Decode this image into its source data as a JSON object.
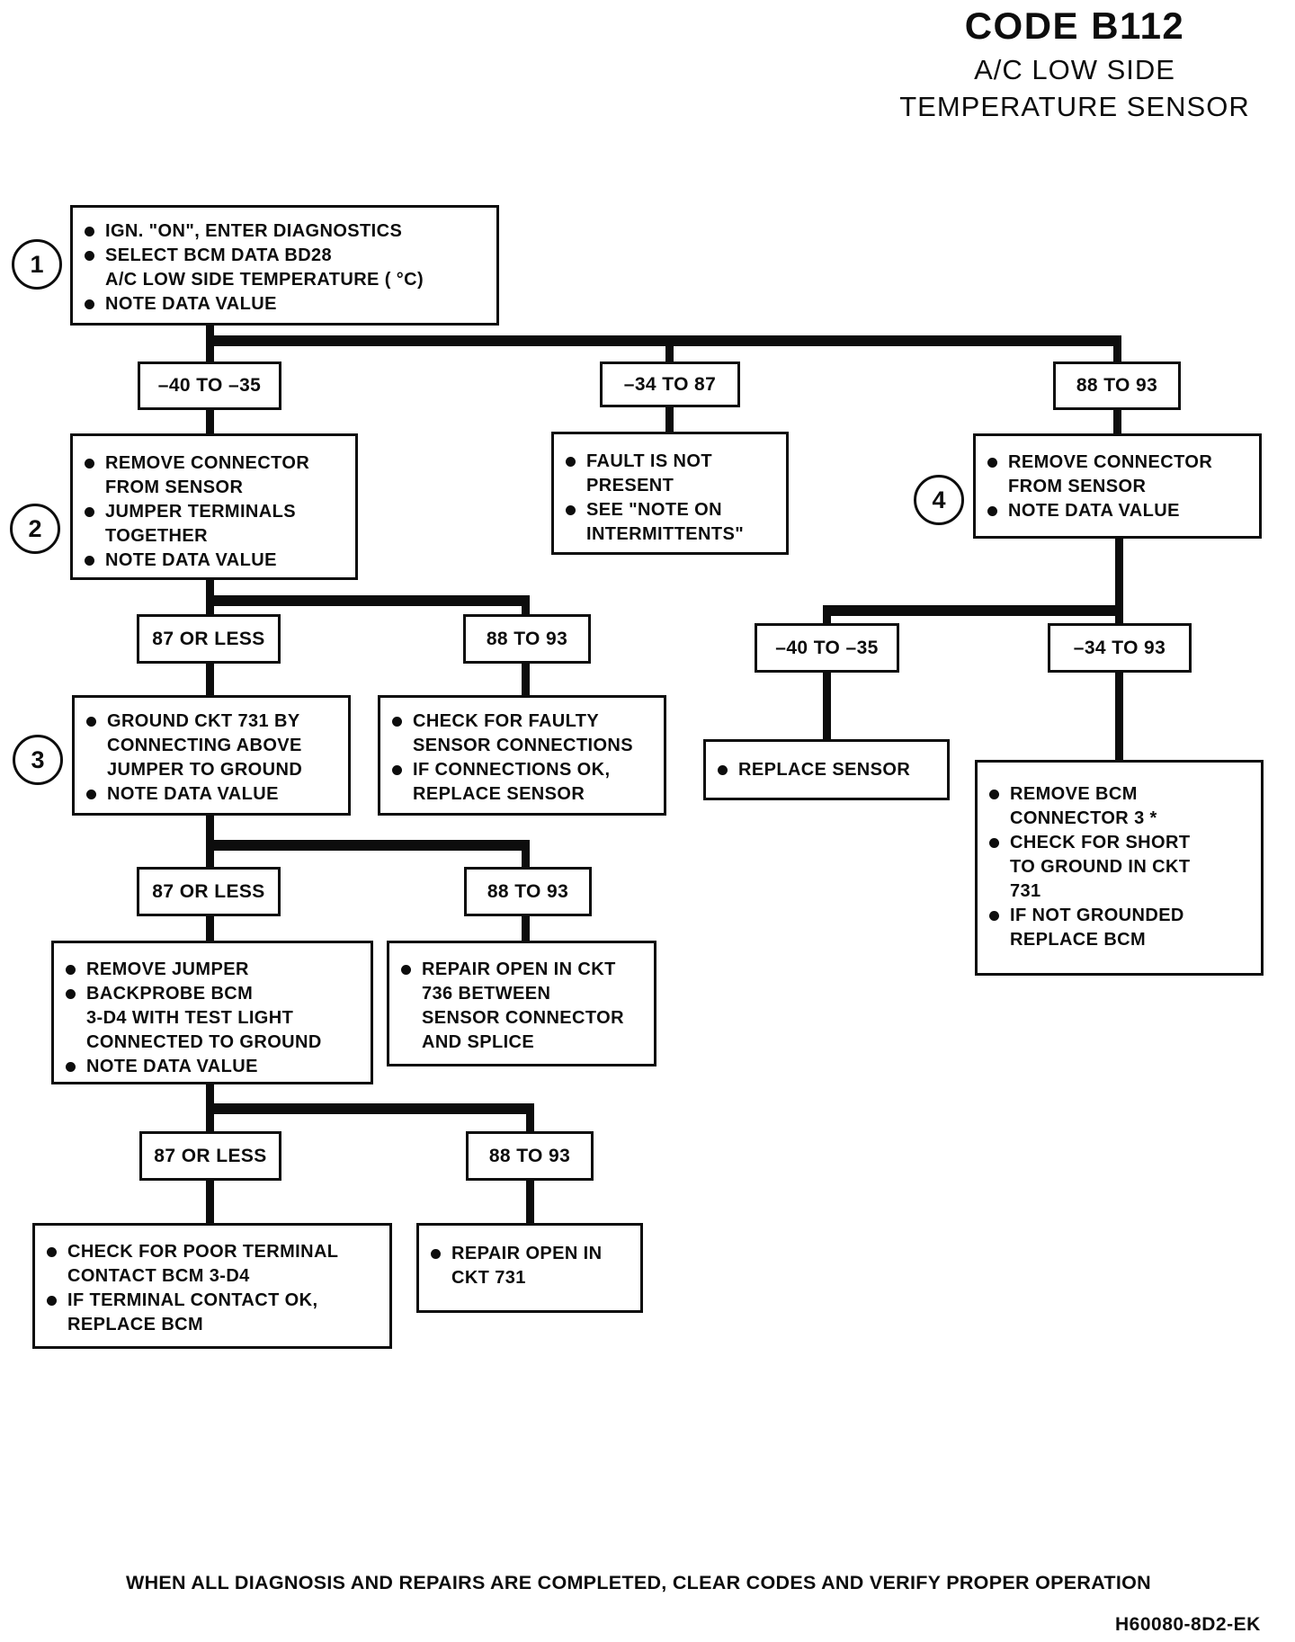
{
  "title": {
    "code": "CODE B112",
    "line2": "A/C LOW SIDE",
    "line3": "TEMPERATURE SENSOR"
  },
  "step_numbers": {
    "s1": "1",
    "s2": "2",
    "s3": "3",
    "s4": "4"
  },
  "branch_labels": {
    "row1": [
      "–40 TO –35",
      "–34 TO 87",
      "88 TO 93"
    ],
    "row2_left": [
      "87 OR LESS",
      "88 TO 93"
    ],
    "row2_right": [
      "–40 TO –35",
      "–34 TO 93"
    ],
    "row3": [
      "87 OR LESS",
      "88 TO 93"
    ],
    "row4": [
      "87 OR LESS",
      "88 TO 93"
    ]
  },
  "boxes": {
    "step1": {
      "lines": [
        "IGN. \"ON\", ENTER DIAGNOSTICS",
        "SELECT BCM DATA BD28",
        "A/C LOW SIDE TEMPERATURE ( °C)",
        "NOTE DATA VALUE"
      ]
    },
    "step2": {
      "lines": [
        "REMOVE CONNECTOR",
        "FROM SENSOR",
        "JUMPER TERMINALS",
        "TOGETHER",
        "NOTE DATA VALUE"
      ]
    },
    "fault_not_present": {
      "lines": [
        "FAULT IS NOT",
        "PRESENT",
        "SEE \"NOTE ON",
        "INTERMITTENTS\""
      ]
    },
    "step4": {
      "lines": [
        "REMOVE CONNECTOR",
        "FROM SENSOR",
        "NOTE DATA VALUE"
      ]
    },
    "step3": {
      "lines": [
        "GROUND CKT 731 BY",
        "CONNECTING ABOVE",
        "JUMPER TO GROUND",
        "NOTE DATA VALUE"
      ]
    },
    "check_faulty_sensor": {
      "lines": [
        "CHECK FOR FAULTY",
        "SENSOR CONNECTIONS",
        "IF CONNECTIONS OK,",
        "REPLACE SENSOR"
      ]
    },
    "replace_sensor": {
      "lines": [
        "REPLACE SENSOR"
      ]
    },
    "remove_bcm_connector": {
      "lines": [
        "REMOVE BCM",
        "CONNECTOR 3 *",
        "CHECK FOR SHORT",
        "TO GROUND IN CKT",
        "731",
        "IF NOT GROUNDED",
        "REPLACE BCM"
      ]
    },
    "remove_jumper": {
      "lines": [
        "REMOVE JUMPER",
        "BACKPROBE BCM",
        "3-D4 WITH TEST LIGHT",
        "CONNECTED TO GROUND",
        "NOTE DATA VALUE"
      ]
    },
    "repair_open_736": {
      "lines": [
        "REPAIR OPEN IN CKT",
        "736 BETWEEN",
        "SENSOR CONNECTOR",
        "AND SPLICE"
      ]
    },
    "check_terminal_contact": {
      "lines": [
        "CHECK FOR POOR TERMINAL",
        "CONTACT BCM 3-D4",
        "IF TERMINAL CONTACT OK,",
        "REPLACE BCM"
      ]
    },
    "repair_open_731": {
      "lines": [
        "REPAIR OPEN IN",
        "CKT 731"
      ]
    }
  },
  "footer": {
    "note": "WHEN ALL DIAGNOSIS AND REPAIRS ARE COMPLETED, CLEAR CODES AND VERIFY PROPER OPERATION",
    "doc_code": "H60080-8D2-EK"
  }
}
